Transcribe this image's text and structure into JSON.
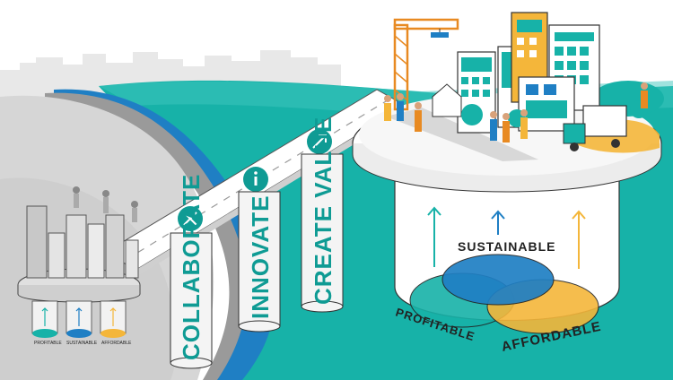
{
  "pillars": {
    "collaborate": "COLLABORATE",
    "innovate": "INNOVATE",
    "create_value": "CREATE VALUE"
  },
  "venn": {
    "sustainable": "SUSTAINABLE",
    "profitable": "PROFITABLE",
    "affordable": "AFFORDABLE"
  },
  "small_wells": {
    "profitable": "PROFITABLE",
    "sustainable": "SUSTAINABLE",
    "affordable": "AFFORDABLE"
  },
  "colors": {
    "teal": "#17b2a8",
    "dark_teal": "#0f8f89",
    "blue": "#1f7fc4",
    "yellow": "#f4b63a",
    "orange": "#e88a22",
    "grey": "#bdbdbd"
  },
  "icons": [
    "collaborate-cross-icon",
    "innovate-info-icon",
    "create-value-arrow-icon"
  ]
}
